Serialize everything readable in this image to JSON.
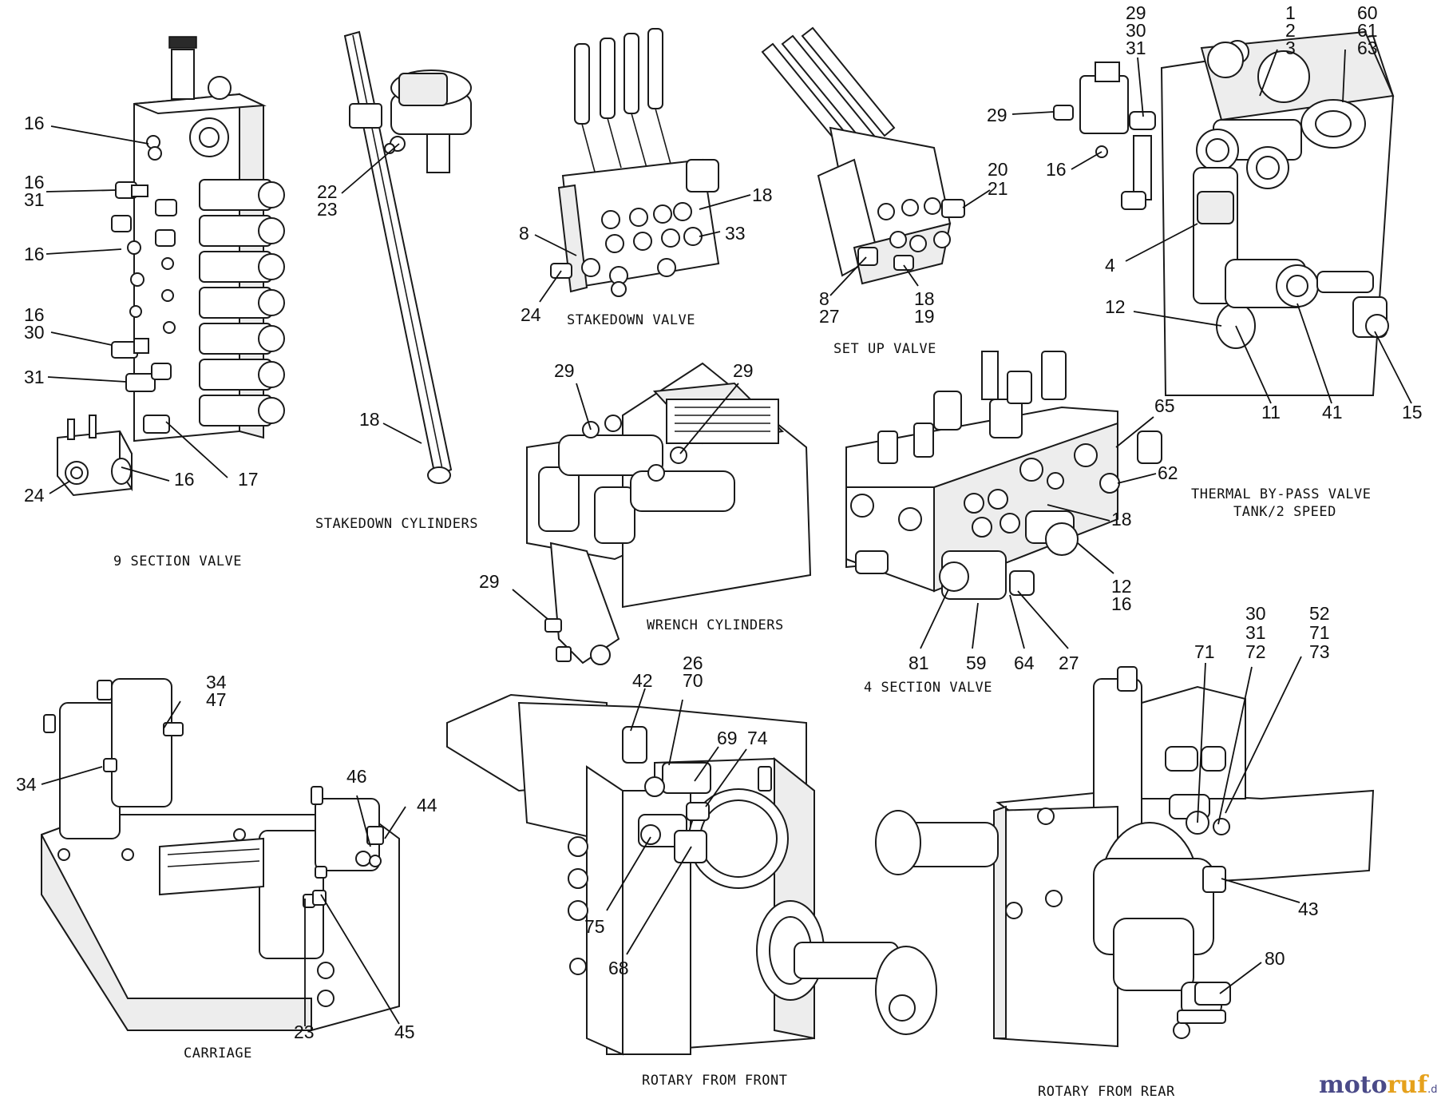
{
  "titles": {
    "nine_section_valve": "9 SECTION VALVE",
    "stakedown_cylinders": "STAKEDOWN CYLINDERS",
    "stakedown_valve": "STAKEDOWN VALVE",
    "set_up_valve": "SET UP VALVE",
    "wrench_cylinders": "WRENCH CYLINDERS",
    "four_section_valve": "4 SECTION VALVE",
    "thermal_line1": "THERMAL BY-PASS VALVE",
    "thermal_line2": "TANK/2 SPEED",
    "carriage": "CARRIAGE",
    "rotary_front": "ROTARY FROM FRONT",
    "rotary_rear": "ROTARY FROM REAR"
  },
  "callouts": {
    "nine_valve": [
      "16",
      "16",
      "31",
      "16",
      "16",
      "30",
      "31",
      "24",
      "16",
      "17"
    ],
    "stakedown_cyl": [
      "22",
      "23",
      "18"
    ],
    "stakedown_valve": [
      "18",
      "8",
      "33",
      "24"
    ],
    "set_up_valve": [
      "20",
      "21",
      "8",
      "27",
      "18",
      "19"
    ],
    "thermal": [
      "29",
      "30",
      "31",
      "1",
      "2",
      "3",
      "60",
      "61",
      "63",
      "29",
      "16",
      "4",
      "12",
      "11",
      "41",
      "15"
    ],
    "wrench": [
      "29",
      "29",
      "29"
    ],
    "four_valve": [
      "65",
      "62",
      "18",
      "12",
      "16",
      "81",
      "59",
      "64",
      "27"
    ],
    "carriage": [
      "34",
      "47",
      "34",
      "46",
      "44",
      "23",
      "45"
    ],
    "rotary_front": [
      "42",
      "26",
      "70",
      "69",
      "74",
      "75",
      "68"
    ],
    "rotary_rear": [
      "30",
      "31",
      "72",
      "52",
      "71",
      "73",
      "71",
      "43",
      "80"
    ]
  },
  "watermark": {
    "part1": "moto",
    "part2": "ruf",
    "part3": ".de"
  }
}
